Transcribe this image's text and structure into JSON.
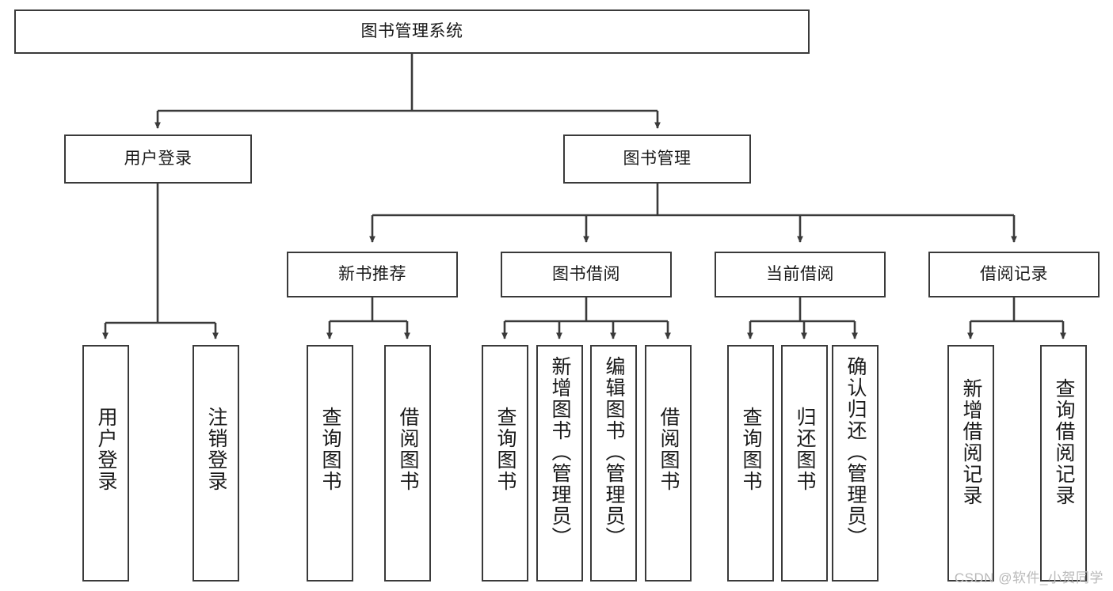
{
  "diagram": {
    "title": "图书管理系统",
    "type": "tree",
    "watermark": "CSDN @软件_小贺同学",
    "colors": {
      "box_border": "#3a3a3a",
      "box_fill": "#ffffff",
      "connector": "#3a3a3a",
      "text": "#1a1a1a",
      "watermark": "#b9b9b9"
    },
    "root": {
      "label": "图书管理系统"
    },
    "level2": [
      {
        "label": "用户登录"
      },
      {
        "label": "图书管理"
      }
    ],
    "level3": [
      {
        "label": "新书推荐"
      },
      {
        "label": "图书借阅"
      },
      {
        "label": "当前借阅"
      },
      {
        "label": "借阅记录"
      }
    ],
    "leaves": {
      "user_login": [
        {
          "label": "用户登录"
        },
        {
          "label": "注销登录"
        }
      ],
      "new_book_recommend": [
        {
          "label": "查询图书"
        },
        {
          "label": "借阅图书"
        }
      ],
      "book_borrow": [
        {
          "label": "查询图书"
        },
        {
          "label": "新增图书（管理员）"
        },
        {
          "label": "编辑图书（管理员）"
        },
        {
          "label": "借阅图书"
        }
      ],
      "current_borrow": [
        {
          "label": "查询图书"
        },
        {
          "label": "归还图书"
        },
        {
          "label": "确认归还（管理员）"
        }
      ],
      "borrow_record": [
        {
          "label": "新增借阅记录"
        },
        {
          "label": "查询借阅记录"
        }
      ]
    }
  }
}
